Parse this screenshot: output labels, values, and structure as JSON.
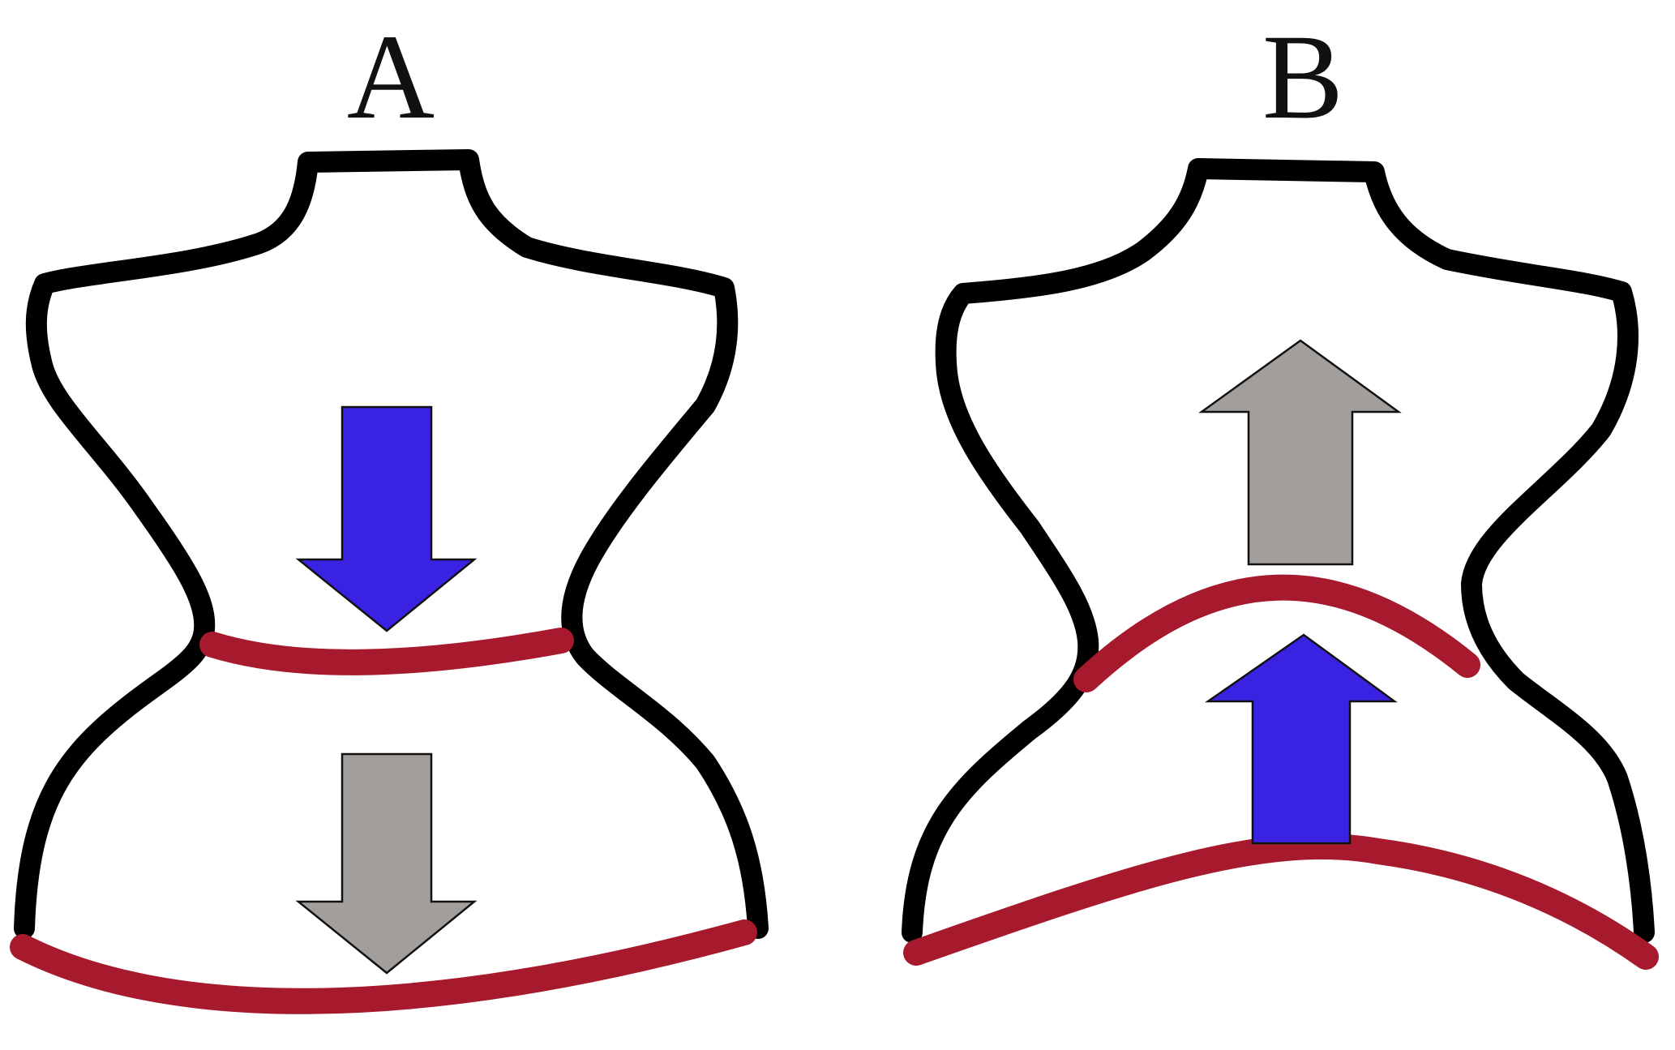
{
  "panels": [
    {
      "label": "A"
    },
    {
      "label": "B"
    }
  ],
  "colors": {
    "outline": "#000000",
    "line": "#a7192c",
    "arrow_blue": "#3a22e3",
    "arrow_gray": "#a29e9b"
  },
  "icons": [
    "torso-outline",
    "down-arrow-icon",
    "up-arrow-icon"
  ]
}
